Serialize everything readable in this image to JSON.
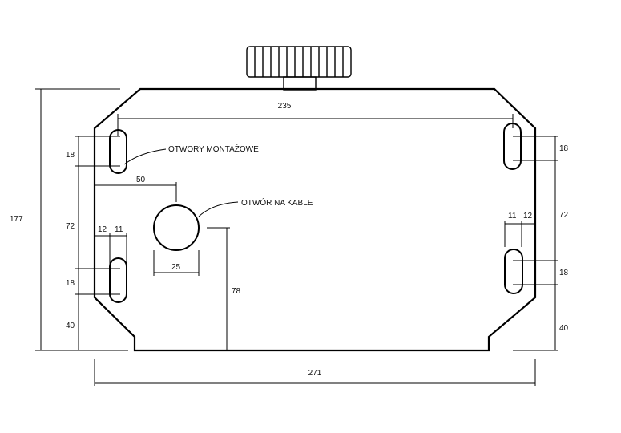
{
  "labels": {
    "mounting_holes": "OTWORY MONTAŻOWE",
    "cable_hole": "OTWÓR NA KABLE"
  },
  "dimensions": {
    "total_width": "271",
    "slot_spacing_width": "235",
    "total_height": "177",
    "left_slot_top": "18",
    "left_spacing": "72",
    "left_slot_bottom": "18",
    "left_bottom_offset": "40",
    "right_slot_top": "18",
    "right_spacing": "72",
    "right_slot_bottom": "18",
    "right_bottom_offset": "40",
    "cable_hole_offset_x": "50",
    "cable_hole_diameter": "25",
    "cable_hole_offset_y": "78",
    "left_slot_offset": "12",
    "left_slot_width": "11",
    "right_slot_width": "11",
    "right_slot_offset": "12"
  },
  "colors": {
    "line": "#000000",
    "background": "#ffffff"
  }
}
